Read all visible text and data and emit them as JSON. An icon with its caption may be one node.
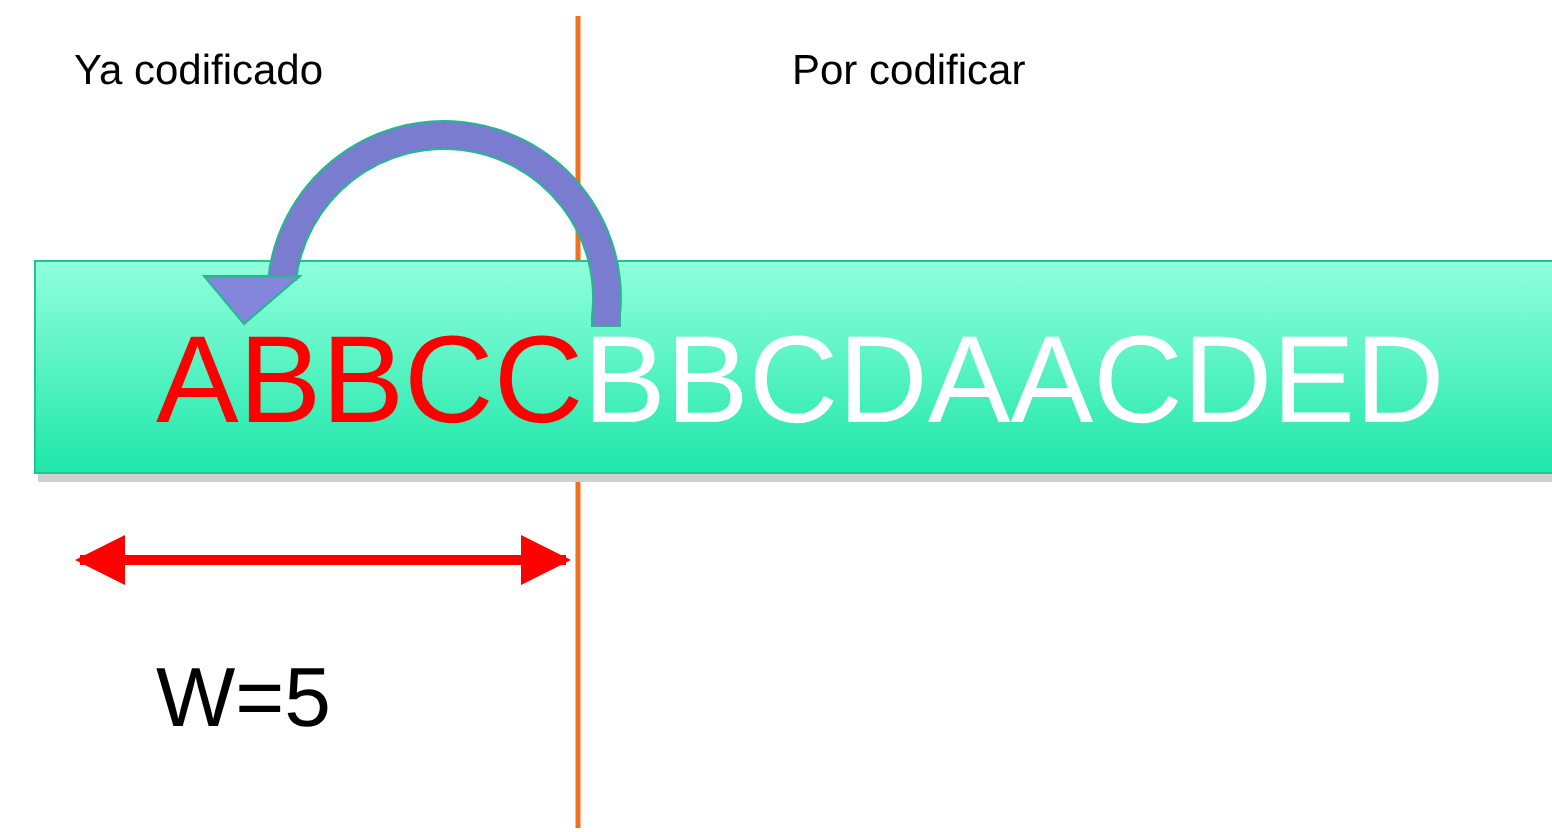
{
  "diagram": {
    "nodes": [
      {
        "text": [
          "ABBCC",
          "BBCDAACDED"
        ]
      }
    ],
    "labels": [
      "Ya codificado",
      "Por codificar",
      "W=5"
    ]
  }
}
